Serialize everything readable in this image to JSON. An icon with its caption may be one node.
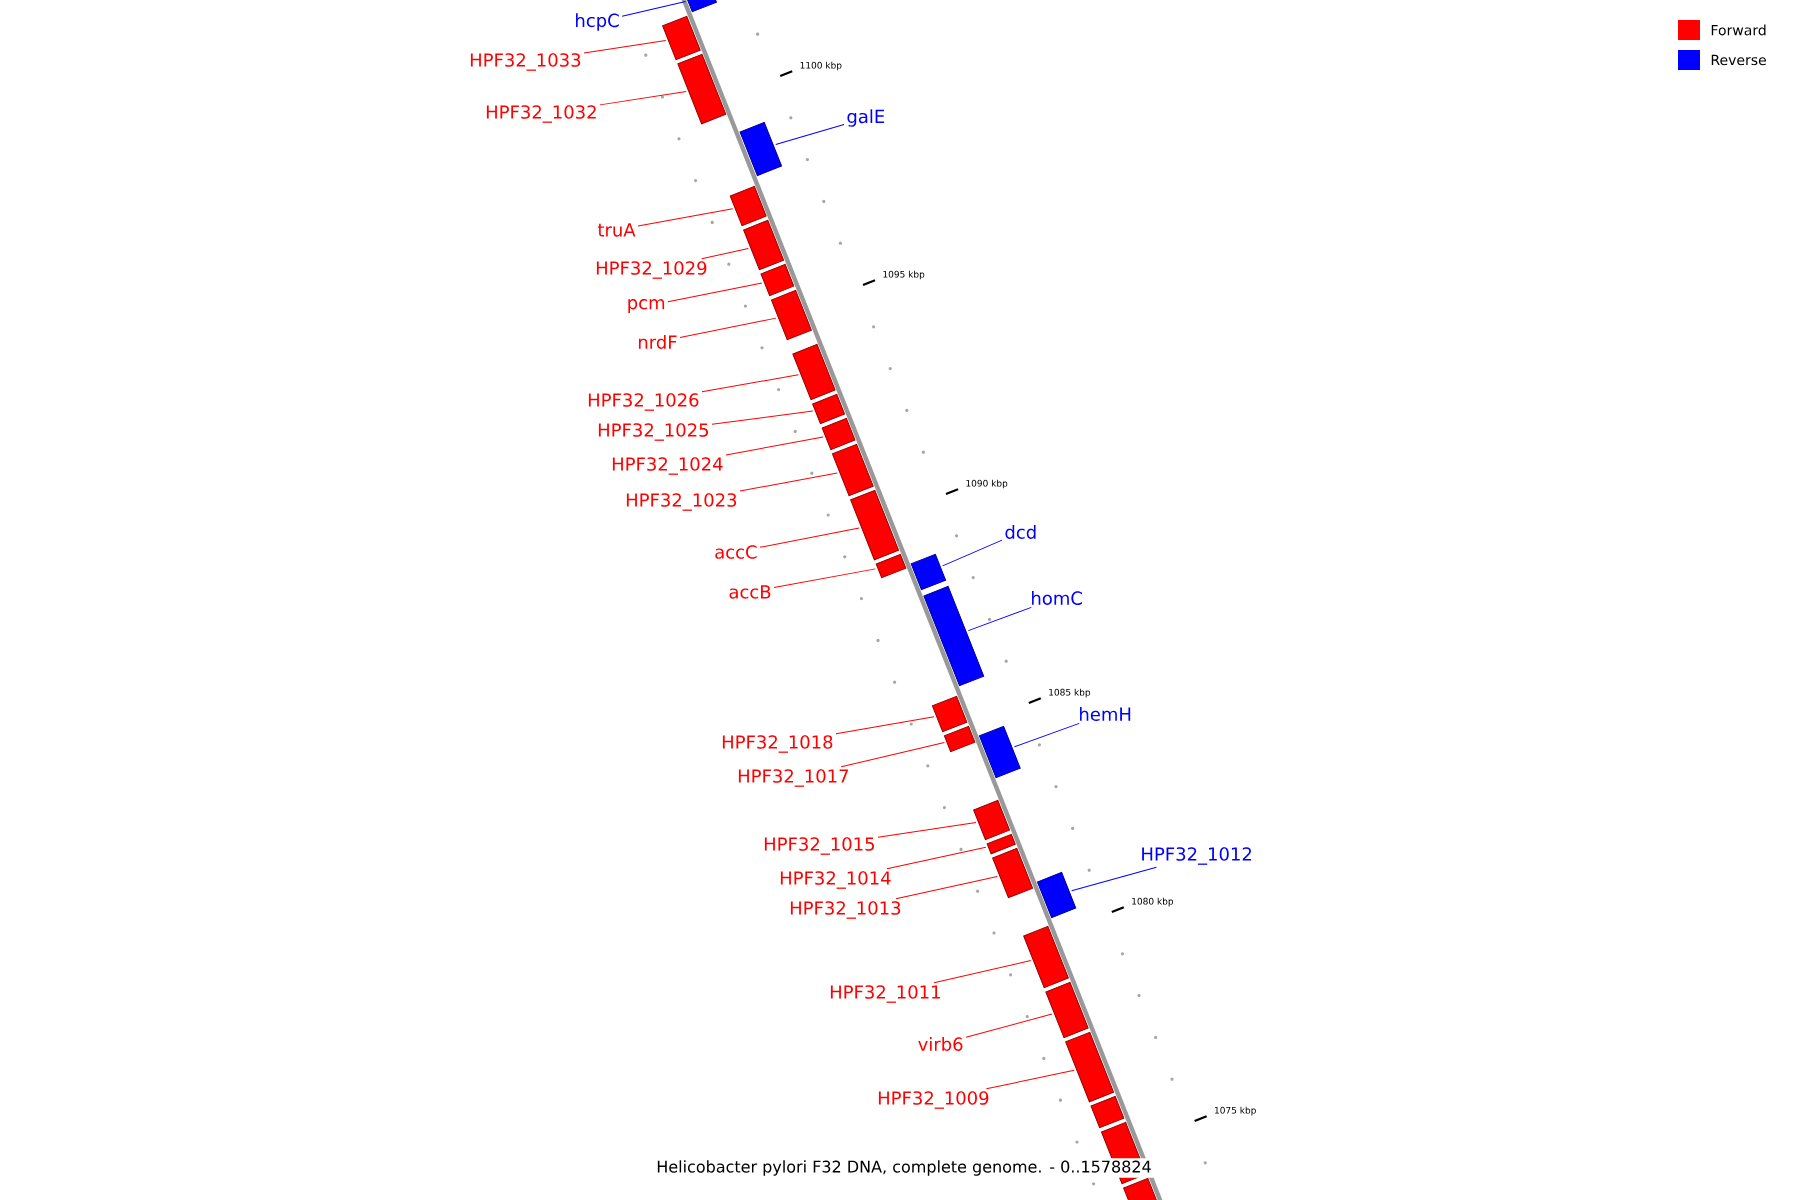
{
  "diagram": {
    "caption": "Helicobacter pylori F32 DNA, complete genome. - 0..1578824",
    "nodes": [
      {
        "text": [
          "hcpC"
        ]
      },
      {
        "text": [],
        "shape": "box"
      },
      {
        "text": [
          "HPF32_1033"
        ]
      },
      {
        "text": [],
        "shape": "box"
      },
      {
        "text": [
          "HPF32_1032"
        ]
      },
      {
        "text": [],
        "shape": "box"
      },
      {
        "text": [
          "galE"
        ]
      },
      {
        "text": [],
        "shape": "box"
      },
      {
        "text": [
          "truA"
        ]
      },
      {
        "text": [],
        "shape": "box"
      },
      {
        "text": [
          "HPF32_1029"
        ]
      },
      {
        "text": [],
        "shape": "box"
      },
      {
        "text": [
          "pcm"
        ]
      },
      {
        "text": [],
        "shape": "box"
      },
      {
        "text": [
          "nrdF"
        ]
      },
      {
        "text": [],
        "shape": "box"
      },
      {
        "text": [
          "HPF32_1026"
        ]
      },
      {
        "text": [],
        "shape": "box"
      },
      {
        "text": [
          "HPF32_1025"
        ]
      },
      {
        "text": [],
        "shape": "box"
      },
      {
        "text": [
          "HPF32_1024"
        ]
      },
      {
        "text": [],
        "shape": "box"
      },
      {
        "text": [
          "HPF32_1023"
        ]
      },
      {
        "text": [],
        "shape": "box"
      },
      {
        "text": [
          "accC"
        ]
      },
      {
        "text": [],
        "shape": "box"
      },
      {
        "text": [
          "accB"
        ]
      },
      {
        "text": [],
        "shape": "box"
      },
      {
        "text": [
          "dcd"
        ]
      },
      {
        "text": [],
        "shape": "box"
      },
      {
        "text": [
          "homC"
        ]
      },
      {
        "text": [],
        "shape": "box"
      },
      {
        "text": [
          "HPF32_1018"
        ]
      },
      {
        "text": [],
        "shape": "box"
      },
      {
        "text": [
          "HPF32_1017"
        ]
      },
      {
        "text": [],
        "shape": "box"
      },
      {
        "text": [
          "hemH"
        ]
      },
      {
        "text": [],
        "shape": "box"
      },
      {
        "text": [
          "HPF32_1015"
        ]
      },
      {
        "text": [],
        "shape": "box"
      },
      {
        "text": [
          "HPF32_1014"
        ]
      },
      {
        "text": [],
        "shape": "box"
      },
      {
        "text": [
          "HPF32_1013"
        ]
      },
      {
        "text": [],
        "shape": "box"
      },
      {
        "text": [
          "HPF32_1012"
        ]
      },
      {
        "text": [],
        "shape": "box"
      },
      {
        "text": [
          "HPF32_1011"
        ]
      },
      {
        "text": [],
        "shape": "box"
      },
      {
        "text": [
          "virb6"
        ]
      },
      {
        "text": [],
        "shape": "box"
      },
      {
        "text": [
          "HPF32_1009"
        ]
      },
      {
        "text": [],
        "shape": "box"
      },
      {
        "text": [],
        "shape": "box"
      },
      {
        "text": [],
        "shape": "box"
      },
      {
        "text": [],
        "shape": "box"
      }
    ],
    "edges": [
      {
        "from": 0,
        "to": 1,
        "arrow": "none",
        "color": "#0000ff"
      },
      {
        "from": 2,
        "to": 3,
        "arrow": "none"
      },
      {
        "from": 4,
        "to": 5,
        "arrow": "none"
      },
      {
        "from": 6,
        "to": 7,
        "arrow": "none",
        "color": "#0000ff"
      },
      {
        "from": 8,
        "to": 9,
        "arrow": "none"
      },
      {
        "from": 10,
        "to": 11,
        "arrow": "none"
      },
      {
        "from": 12,
        "to": 13,
        "arrow": "none"
      },
      {
        "from": 14,
        "to": 15,
        "arrow": "none"
      },
      {
        "from": 16,
        "to": 17,
        "arrow": "none"
      },
      {
        "from": 18,
        "to": 19,
        "arrow": "none"
      },
      {
        "from": 20,
        "to": 21,
        "arrow": "none"
      },
      {
        "from": 22,
        "to": 23,
        "arrow": "none"
      },
      {
        "from": 24,
        "to": 25,
        "arrow": "none"
      },
      {
        "from": 26,
        "to": 27,
        "arrow": "none"
      },
      {
        "from": 28,
        "to": 29,
        "arrow": "none",
        "color": "#0000ff"
      },
      {
        "from": 30,
        "to": 31,
        "arrow": "none",
        "color": "#0000ff"
      },
      {
        "from": 32,
        "to": 33,
        "arrow": "none"
      },
      {
        "from": 34,
        "to": 35,
        "arrow": "none"
      },
      {
        "from": 36,
        "to": 37,
        "arrow": "none",
        "color": "#0000ff"
      },
      {
        "from": 38,
        "to": 39,
        "arrow": "none"
      },
      {
        "from": 40,
        "to": 41,
        "arrow": "none"
      },
      {
        "from": 42,
        "to": 43,
        "arrow": "none"
      },
      {
        "from": 44,
        "to": 45,
        "arrow": "none",
        "color": "#0000ff"
      },
      {
        "from": 46,
        "to": 47,
        "arrow": "none"
      },
      {
        "from": 48,
        "to": 49,
        "arrow": "none"
      },
      {
        "from": 50,
        "to": 51,
        "arrow": "none"
      }
    ],
    "labels": [
      "1100 kbp",
      "1095 kbp",
      "1090 kbp",
      "1085 kbp",
      "1080 kbp",
      "1075 kbp"
    ],
    "legend": [
      {
        "text": "Forward",
        "color": "#ff0000"
      },
      {
        "text": "Reverse",
        "color": "#0000ff"
      }
    ]
  }
}
